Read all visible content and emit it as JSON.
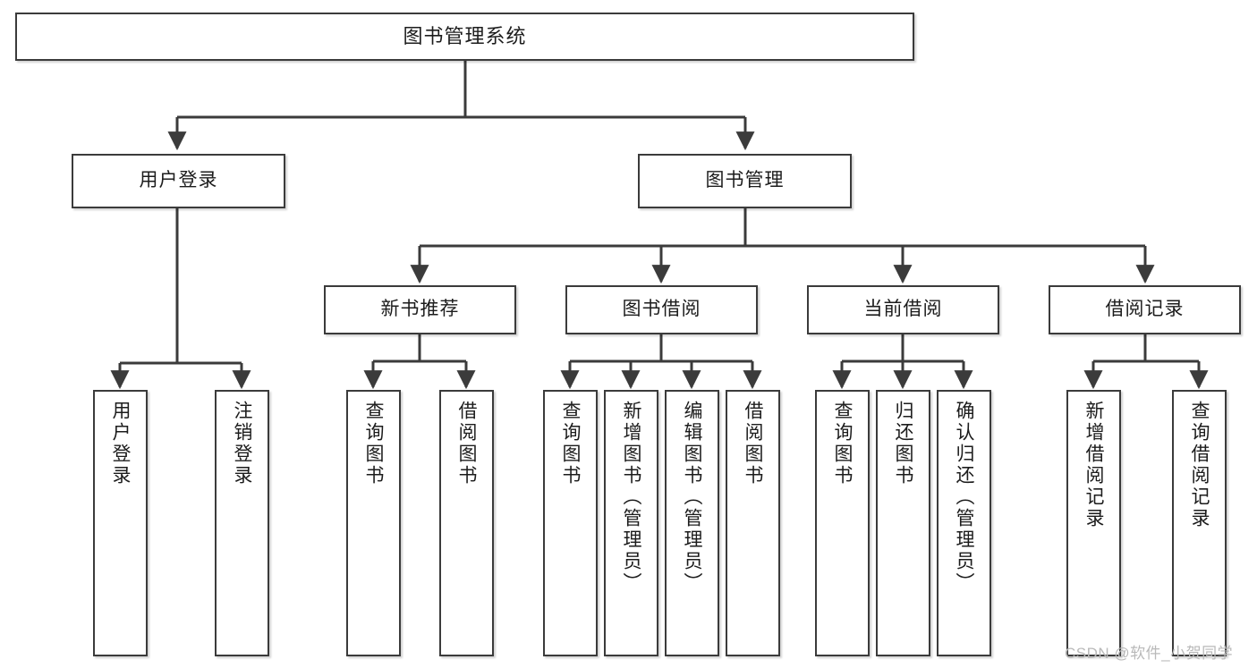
{
  "diagram": {
    "type": "tree-hierarchy",
    "title": "图书管理系统",
    "background_color": "#ffffff",
    "border_color": "#3b3b3b",
    "text_color": "#1c1c1c",
    "nodes": {
      "root": {
        "label": "图书管理系统"
      },
      "level2": [
        {
          "label": "用户登录"
        },
        {
          "label": "图书管理"
        }
      ],
      "level3": [
        {
          "label": "新书推荐"
        },
        {
          "label": "图书借阅"
        },
        {
          "label": "当前借阅"
        },
        {
          "label": "借阅记录"
        }
      ],
      "leaves_user_login": [
        {
          "label": "用户登录"
        },
        {
          "label": "注销登录"
        }
      ],
      "leaves_new_book": [
        {
          "label": "查询图书"
        },
        {
          "label": "借阅图书"
        }
      ],
      "leaves_borrow": [
        {
          "label": "查询图书"
        },
        {
          "label": "新增图书（管理员）"
        },
        {
          "label": "编辑图书（管理员）"
        },
        {
          "label": "借阅图书"
        }
      ],
      "leaves_current": [
        {
          "label": "查询图书"
        },
        {
          "label": "归还图书"
        },
        {
          "label": "确认归还（管理员）"
        }
      ],
      "leaves_record": [
        {
          "label": "新增借阅记录"
        },
        {
          "label": "查询借阅记录"
        }
      ]
    }
  },
  "watermark": {
    "text": "CSDN @软件_小贺同学"
  }
}
